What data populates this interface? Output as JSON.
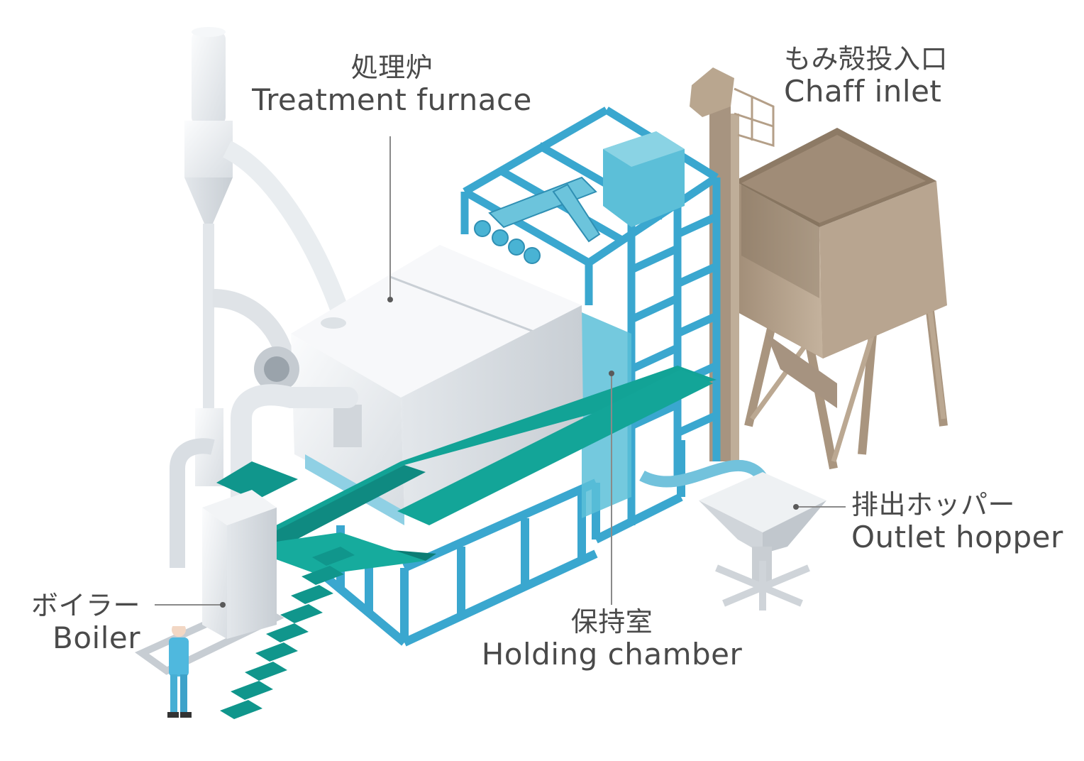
{
  "labels": {
    "furnace": {
      "jp": "処理炉",
      "en": "Treatment furnace"
    },
    "inlet": {
      "jp": "もみ殻投入口",
      "en": "Chaff inlet"
    },
    "hopper": {
      "jp": "排出ホッパー",
      "en": "Outlet hopper"
    },
    "chamber": {
      "jp": "保持室",
      "en": "Holding chamber"
    },
    "boiler": {
      "jp": "ボイラー",
      "en": "Boiler"
    }
  },
  "colors": {
    "frame_blue": "#3aa7cf",
    "platform_teal": "#10968c",
    "silo_brown": "#b3a08b",
    "equipment_white": "#e9ecef",
    "leader_gray": "#8a8a8a",
    "text_gray": "#4a4a4a"
  }
}
